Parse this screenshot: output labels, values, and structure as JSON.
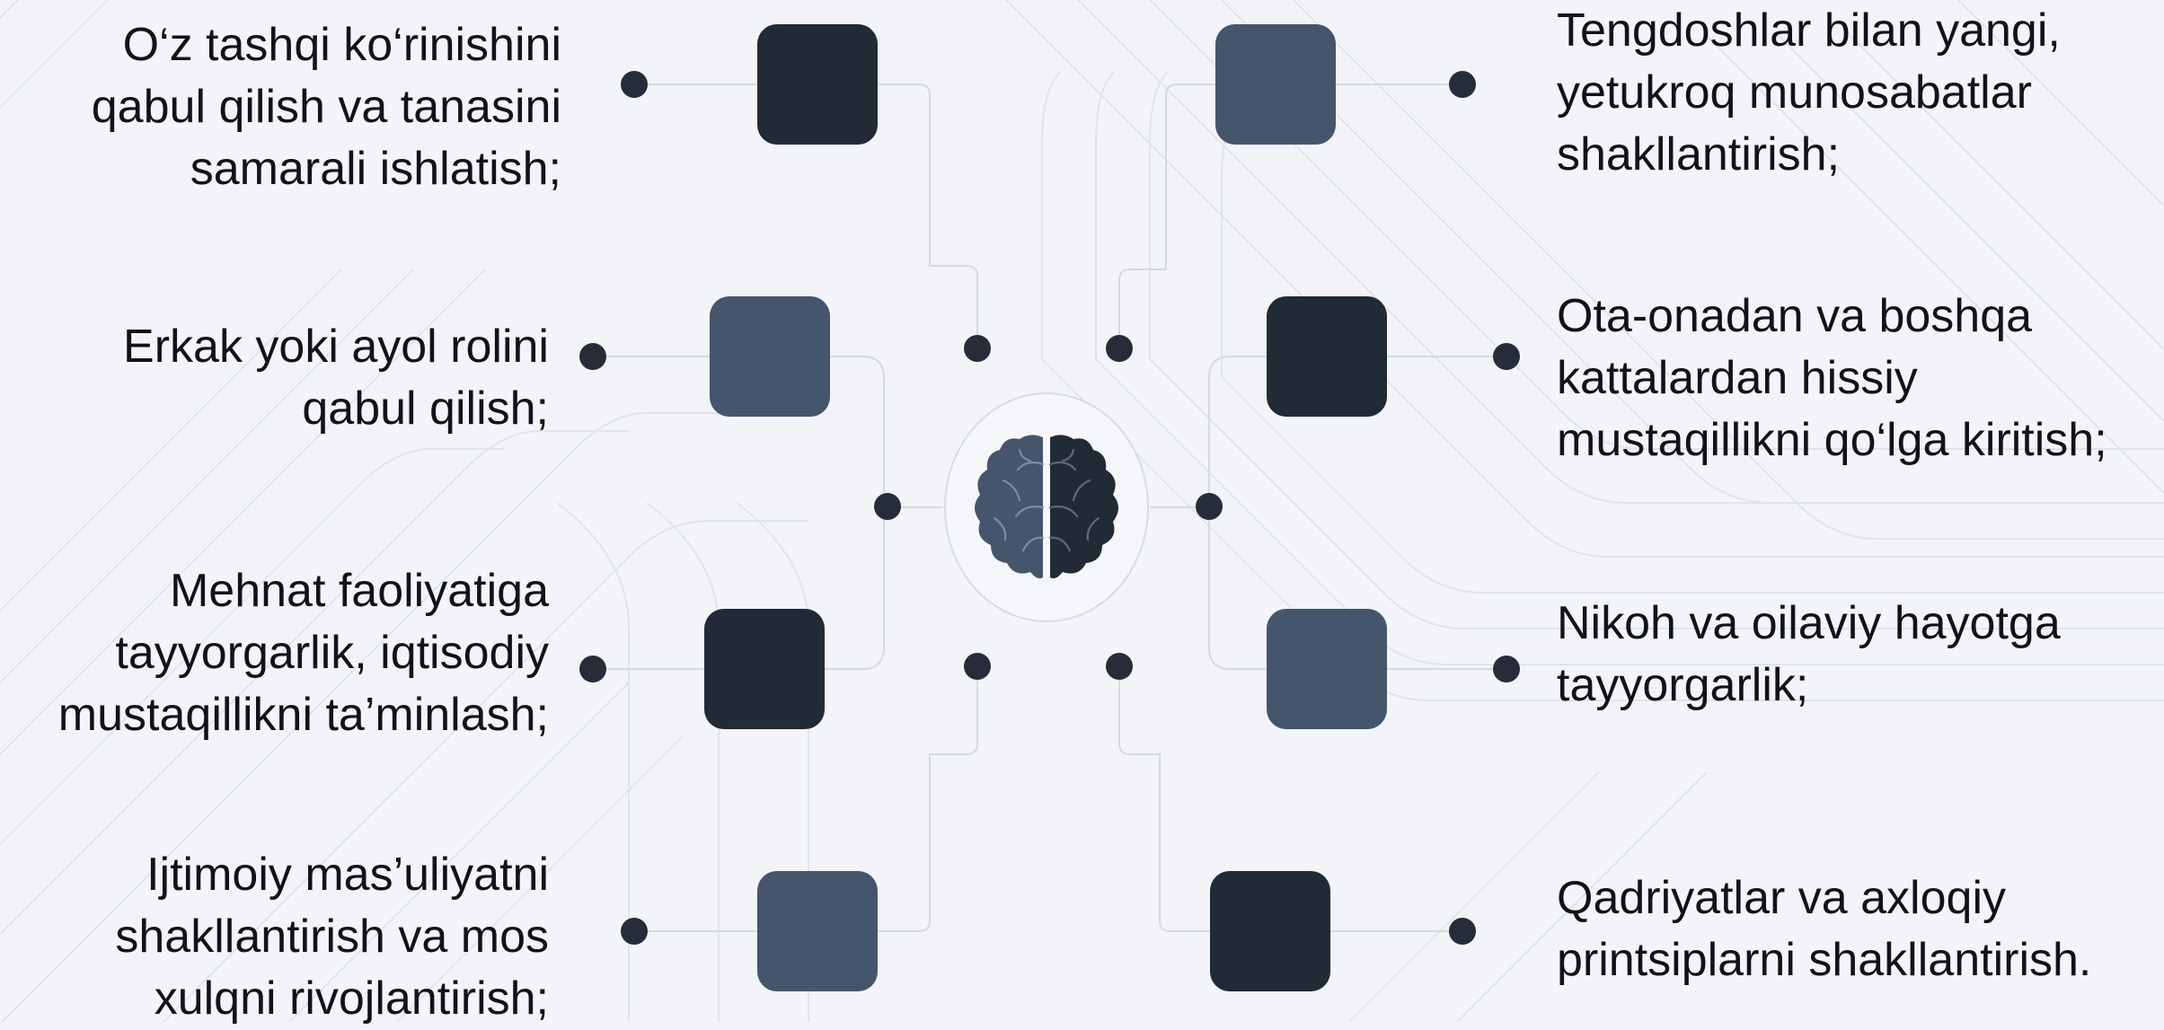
{
  "colors": {
    "background": "#f2f4f8",
    "box_dark": "#222a35",
    "box_slate": "#45556c",
    "dot": "#262d38",
    "connector": "#d5d9e0",
    "text": "#111318"
  },
  "center": {
    "icon": "brain-icon"
  },
  "items": [
    {
      "id": "body",
      "text": "O‘z tashqi ko‘rinishini\nqabul qilish va tanasini\nsamarali ishlatish;"
    },
    {
      "id": "gender-role",
      "text": "Erkak yoki ayol rolini\nqabul qilish;"
    },
    {
      "id": "work",
      "text": "Mehnat faoliyatiga\ntayyorgarlik, iqtisodiy\nmustaqillikni ta’minlash;"
    },
    {
      "id": "social",
      "text": "Ijtimoiy mas’uliyatni\nshakllantirish va mos\nxulqni rivojlantirish;"
    },
    {
      "id": "peers",
      "text": "Tengdoshlar bilan yangi,\nyetukroq munosabatlar\nshakllantirish;"
    },
    {
      "id": "emotional",
      "text": "Ota-onadan va boshqa\nkattalardan hissiy\nmustaqillikni qo‘lga kiritish;"
    },
    {
      "id": "marriage",
      "text": "Nikoh va oilaviy hayotga\ntayyorgarlik;"
    },
    {
      "id": "values",
      "text": "Qadriyatlar va axloqiy\nprintsiplarni shakllantirish."
    }
  ]
}
